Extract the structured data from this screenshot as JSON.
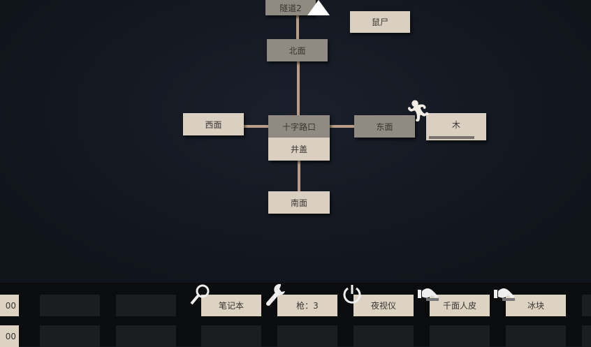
{
  "map": {
    "nodes": {
      "tunnel2": "隧道2",
      "rat_corpse": "鼠尸",
      "north": "北面",
      "west": "西面",
      "crossroad": "十字路口",
      "manhole": "井盖",
      "east": "东面",
      "wood": "木",
      "south": "南面"
    },
    "wood_progress": 0.75
  },
  "inventory": {
    "partial_left_1": "00",
    "partial_left_2": "00",
    "items": [
      {
        "label": "笔记本",
        "icon": "magnifier-icon"
      },
      {
        "label": "枪：3",
        "icon": "wrench-icon"
      },
      {
        "label": "夜视仪",
        "icon": "power-icon"
      },
      {
        "label": "千面人皮",
        "icon": "grab-hand-icon"
      },
      {
        "label": "冰块",
        "icon": "grab-hand-icon"
      }
    ]
  }
}
